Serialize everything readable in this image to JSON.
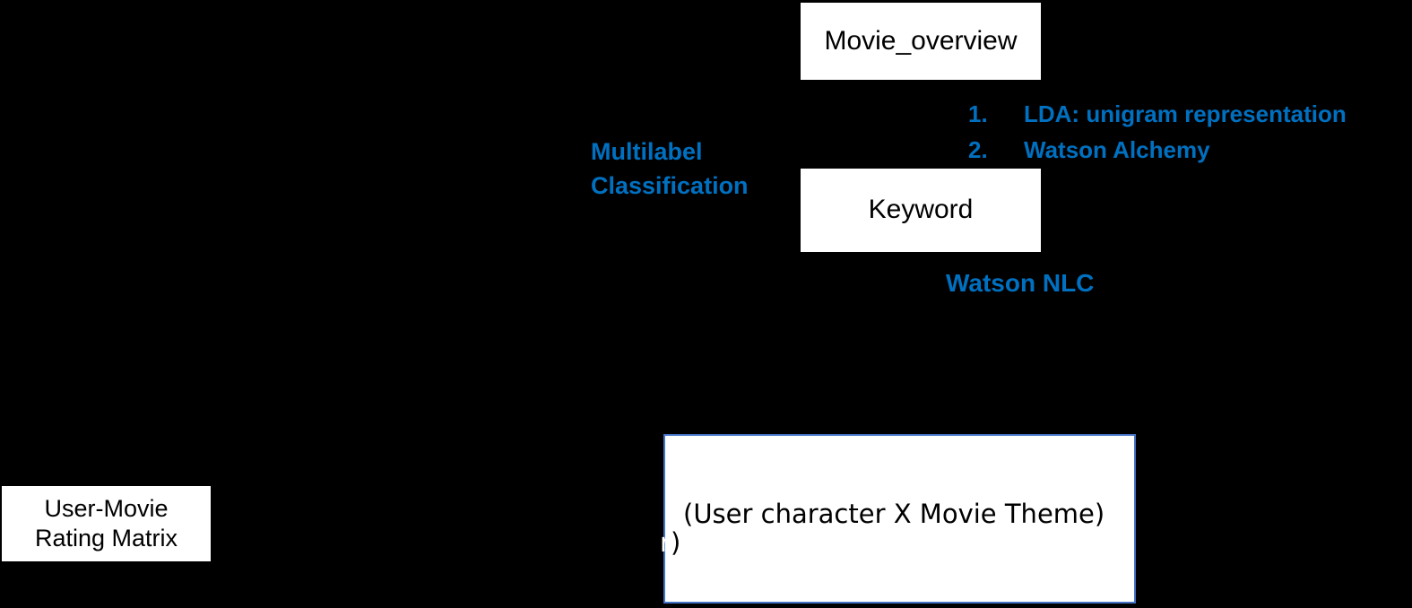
{
  "diagram": {
    "background_color": "#000000",
    "accent_blue": "#0070C0",
    "border_blue": "#4472C4",
    "nodes": {
      "movie_overview": {
        "label": "Movie_overview"
      },
      "keyword": {
        "label": "Keyword"
      },
      "user_movie_matrix": {
        "line1": "User-Movie",
        "line2": "Rating Matrix"
      },
      "latent_factor": {
        "label": "(User character X Movie Theme)",
        "overflow_fragment_outside": "r",
        "overflow_fragment_inside": ")"
      }
    },
    "annotations": {
      "multilabel": {
        "line1": "Multilabel",
        "line2": "Classification"
      },
      "watson_nlc": "Watson NLC"
    },
    "method_list": [
      {
        "number": "1.",
        "label": "LDA: unigram representation"
      },
      {
        "number": "2.",
        "label": "Watson Alchemy"
      }
    ]
  }
}
